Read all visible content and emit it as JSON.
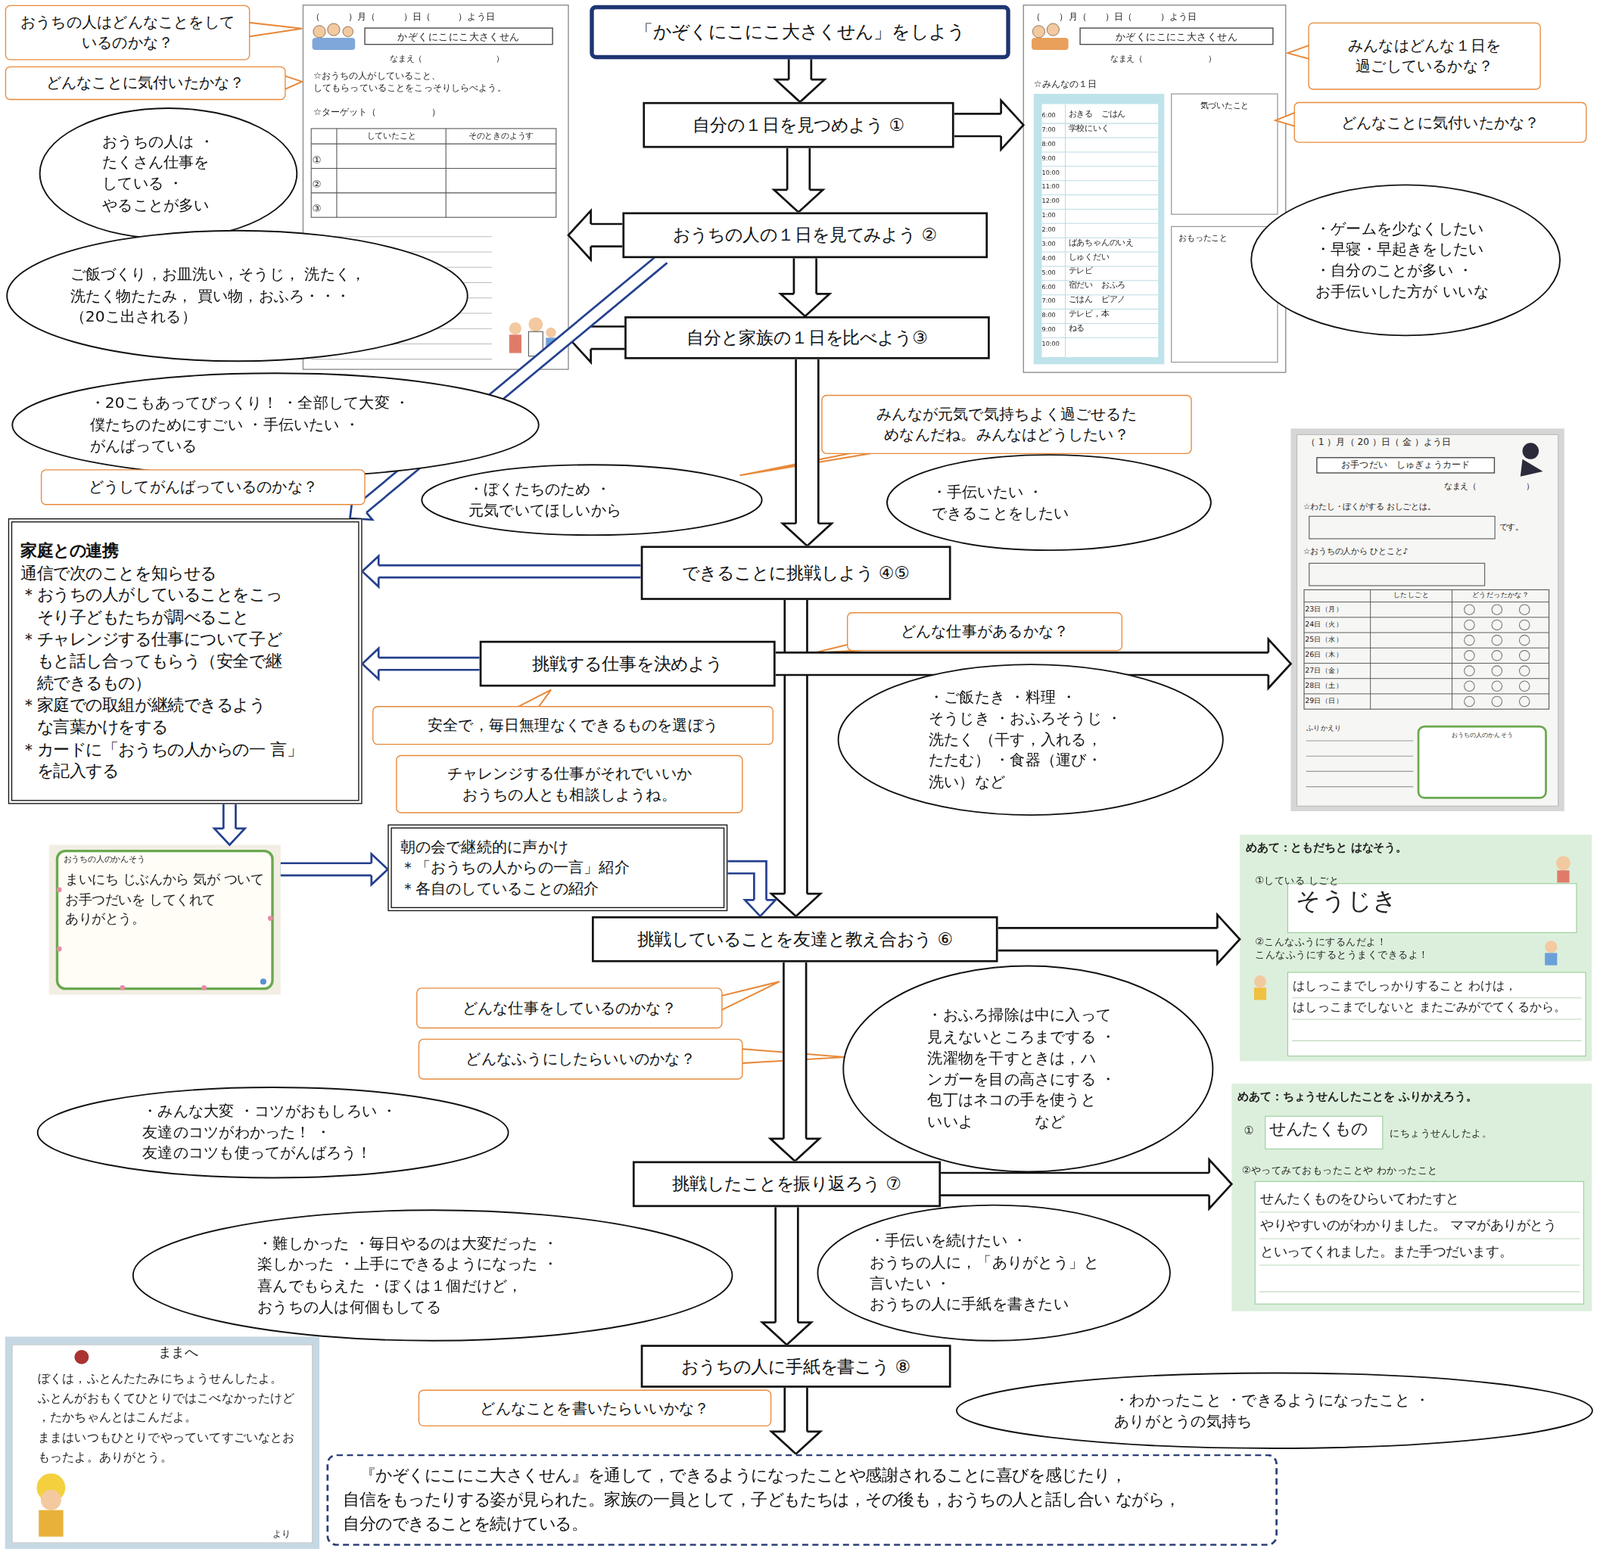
{
  "diagram": {
    "nodes": [
      {
        "text": [
          "「かぞくにこにこ大さくせん」をしよう"
        ]
      },
      {
        "text": [
          "おうちの人はどんなことをしているのかな？"
        ]
      },
      {
        "text": [
          "どんなことに気付いたかな？"
        ]
      },
      {
        "text": [
          "（　　　）月（　　　）日（　　　）よう日",
          "かぞくにこにこ大さくせん",
          "なまえ（　　　　　　　　　）",
          "☆おうちの人がしていること、 してもらっていることをこっそりしらべよう。",
          "☆ターゲット（　　　　　　）",
          "していたこと",
          "そのときのようす",
          "①",
          "②",
          "③"
        ]
      },
      {
        "text": [
          "おうちの人は ・たくさん仕事を している ・やることが多い"
        ]
      },
      {
        "text": [
          "自分の１日を見つめよう ①"
        ]
      },
      {
        "text": [
          "（　　）月（　　）日（　　　）よう日",
          "かぞくにこにこ大さくせん",
          "なまえ（　　　　　　　　）",
          "☆みんなの１日",
          "6:00",
          "7:00",
          "8:00",
          "9:00",
          "10:00",
          "11:00",
          "12:00",
          "1:00",
          "2:00",
          "3:00",
          "4:00",
          "5:00",
          "6:00",
          "7:00",
          "8:00",
          "9:00",
          "10:00",
          "おきる　ごはん",
          "学校にいく",
          "ばあちゃんのいえ",
          "しゅくだい",
          "テレビ",
          "宿だい　おふろ",
          "ごはん　ピアノ",
          "テレビ，本",
          "ねる",
          "気づいたこと",
          "おもったこと"
        ]
      },
      {
        "text": [
          "みんなはどんな１日を 過ごしているかな？"
        ]
      },
      {
        "text": [
          "どんなことに気付いたかな？"
        ]
      },
      {
        "text": [
          "おうちの人の１日を見てみよう ②"
        ]
      },
      {
        "text": [
          "ご飯づくり，お皿洗い，そうじ， 洗たく，洗たく物たたみ， 買い物，おふろ・・・ （20こ出される）"
        ]
      },
      {
        "text": [
          "・ゲームを少なくしたい ・早寝・早起きをしたい ・自分のことが多い ・お手伝いした方が いいな"
        ]
      },
      {
        "text": [
          "自分と家族の１日を比べよう③"
        ]
      },
      {
        "text": [
          "・20こもあってびっくり！ ・全部して大変 ・僕たちのためにすごい ・手伝いたい ・がんばっている"
        ]
      },
      {
        "text": [
          "みんなが元気で気持ちよく過ごせるた めなんだね。みんなはどうしたい？"
        ]
      },
      {
        "text": [
          "どうしてがんばっているのかな？"
        ]
      },
      {
        "text": [
          "・ぼくたちのため ・元気でいてほしいから"
        ]
      },
      {
        "text": [
          "・手伝いたい ・できることをしたい"
        ]
      },
      {
        "text": [
          "（ 1 ）月（ 20 ）日（ 金 ）よう日",
          "お手つだい　しゅぎょうカード",
          "なまえ（　　　　　　）",
          "☆わたし・ぼくがする おしごとは。",
          "です。",
          "☆おうちの人から ひとこと♪",
          "したしごと",
          "どうだったかな？",
          "23日（月）",
          "24日（火）",
          "25日（水）",
          "26日（木）",
          "27日（金）",
          "28日（土）",
          "29日（日）",
          "ふりかえり",
          "おうちの人のかんそう"
        ]
      },
      {
        "text": [
          "家庭との連携",
          "通信で次のことを知らせる",
          "＊おうちの人がしていることをこっ そり子どもたちが調べること",
          "＊チャレンジする仕事について子ど もと話し合ってもらう（安全で継 続できるもの）",
          "＊家庭での取組が継続できるよう な言葉かけをする",
          "＊カードに「おうちの人からの一 言」を記入する"
        ]
      },
      {
        "text": [
          "できることに挑戦しよう ④⑤"
        ]
      },
      {
        "text": [
          "どんな仕事があるかな？"
        ]
      },
      {
        "text": [
          "挑戦する仕事を決めよう"
        ]
      },
      {
        "text": [
          "・ご飯たき ・料理 ・そうじき ・おふろそうじ ・洗たく （干す，入れる，たたむ） ・食器（運び・洗い）など"
        ]
      },
      {
        "text": [
          "安全で，毎日無理なくできるものを選ぼう"
        ]
      },
      {
        "text": [
          "チャレンジする仕事がそれでいいか おうちの人とも相談しようね。"
        ]
      },
      {
        "text": [
          "おうちの人のかんそう",
          "まいにち じぶんから 気が ついて お手つだいを してくれて ありがとう。"
        ]
      },
      {
        "text": [
          "朝の会で継続的に声かけ",
          "＊「おうちの人からの一言」紹介",
          "＊各自のしていることの紹介"
        ]
      },
      {
        "text": [
          "めあて：ともだちと はなそう。",
          "①している しごと",
          "そうじき",
          "②こんなふうにするんだよ！ こんなふうにするとうまくできるよ！",
          "はしっこまでしっかりすること わけは，はしっこまでしないと またごみがでてくるから。"
        ]
      },
      {
        "text": [
          "挑戦していることを友達と教え合おう ⑥"
        ]
      },
      {
        "text": [
          "どんな仕事をしているのかな？"
        ]
      },
      {
        "text": [
          "どんなふうにしたらいいのかな？"
        ]
      },
      {
        "text": [
          "・おふろ掃除は中に入って 見えないところまでする ・洗濯物を干すときは，ハ ンガーを目の高さにする ・包丁はネコの手を使うと いいよ　　　　など"
        ]
      },
      {
        "text": [
          "・みんな大変 ・コツがおもしろい ・友達のコツがわかった！ ・友達のコツも使ってがんばろう！"
        ]
      },
      {
        "text": [
          "めあて：ちょうせんしたことを ふりかえろう。",
          "①",
          "せんたくもの",
          "にちょうせんしたよ。",
          "②やってみておもったことや わかったこと",
          "せんたくものをひらいてわたすと やりやすいのがわかりました。 ママがありがとう といってくれました。また手つだいます。"
        ]
      },
      {
        "text": [
          "挑戦したことを振り返ろう ⑦"
        ]
      },
      {
        "text": [
          "・難しかった ・毎日やるのは大変だった ・楽しかった ・上手にできるようになった ・喜んでもらえた ・ぼくは１個だけど，おうちの人は何個もしてる"
        ]
      },
      {
        "text": [
          "・手伝いを続けたい ・おうちの人に，「ありがとう」と 言いたい ・おうちの人に手紙を書きたい"
        ]
      },
      {
        "text": [
          "ままへ",
          "ぼくは，ふとんたたみにちょうせんしたよ。ふとんがおもくてひとりではこべなかったけど，たかちゃんとはこんだよ。ままはいつもひとりでやっていてすごいなとおもったよ。ありがとう。",
          "より"
        ]
      },
      {
        "text": [
          "おうちの人に手紙を書こう ⑧"
        ]
      },
      {
        "text": [
          "どんなことを書いたらいいかな？"
        ]
      },
      {
        "text": [
          "・わかったこと ・できるようになったこと ・ありがとうの気持ち"
        ]
      },
      {
        "text": [
          "『かぞくにこにこ大さくせん』を通して，できるようになったことや感謝されることに喜びを感じたり， 自信をもったりする姿が見られた。家族の一員として，子どもたちは，その後も，おうちの人と話し合い ながら，自分のできることを続けている。"
        ]
      }
    ],
    "edges": [
      {
        "from": 0,
        "to": 5,
        "arrow": "to"
      },
      {
        "from": 5,
        "to": 6,
        "arrow": "to"
      },
      {
        "from": 5,
        "to": 9,
        "arrow": "to"
      },
      {
        "from": 9,
        "to": 3,
        "arrow": "to"
      },
      {
        "from": 9,
        "to": 12,
        "arrow": "to"
      },
      {
        "from": 12,
        "to": 3,
        "arrow": "to"
      },
      {
        "from": 9,
        "to": 19,
        "arrow": "to"
      },
      {
        "from": 12,
        "to": 20,
        "arrow": "to"
      },
      {
        "from": 20,
        "to": 19,
        "arrow": "to"
      },
      {
        "from": 22,
        "to": 19,
        "arrow": "to"
      },
      {
        "from": 20,
        "to": 29,
        "arrow": "to"
      },
      {
        "from": 22,
        "to": 18,
        "arrow": "to"
      },
      {
        "from": 19,
        "to": 26,
        "arrow": "to"
      },
      {
        "from": 26,
        "to": 27,
        "arrow": "to"
      },
      {
        "from": 27,
        "to": 29,
        "arrow": "to"
      },
      {
        "from": 29,
        "to": 28,
        "arrow": "to"
      },
      {
        "from": 29,
        "to": 35,
        "arrow": "to"
      },
      {
        "from": 35,
        "to": 34,
        "arrow": "to"
      },
      {
        "from": 35,
        "to": 39,
        "arrow": "to"
      },
      {
        "from": 39,
        "to": 42,
        "arrow": "to"
      }
    ]
  }
}
